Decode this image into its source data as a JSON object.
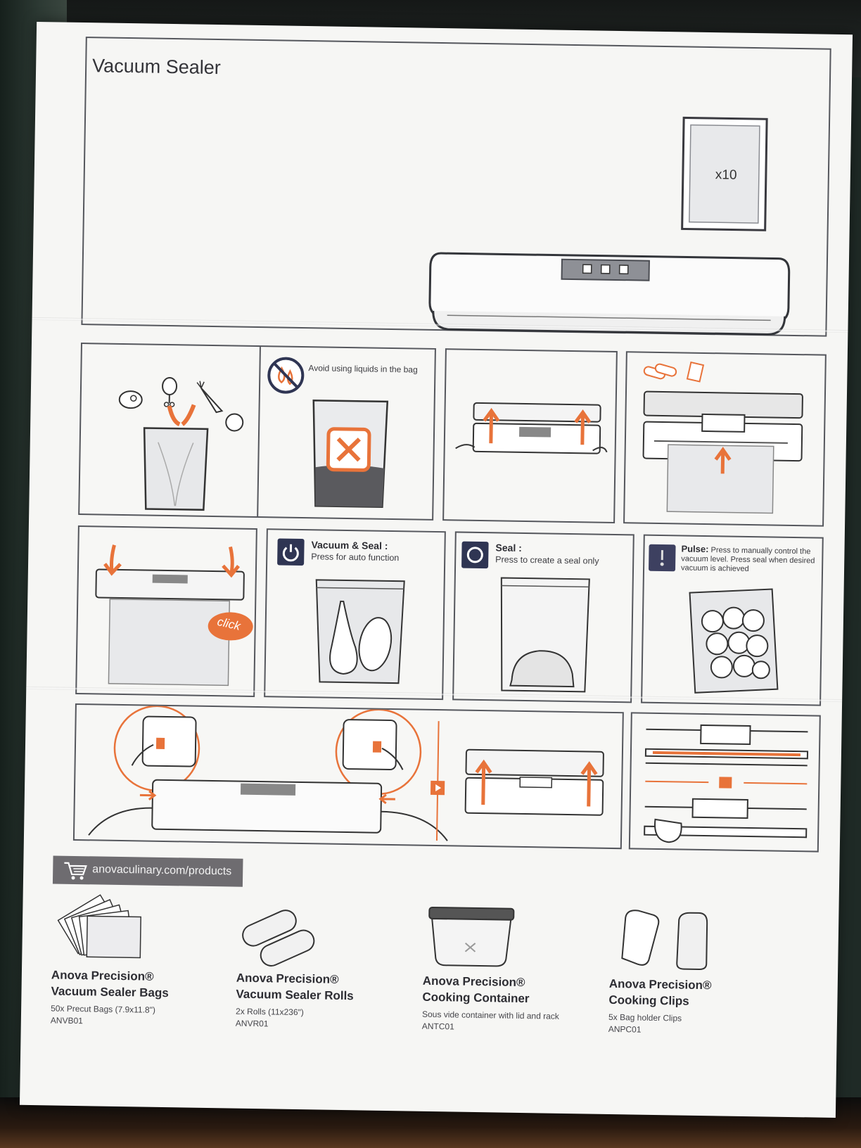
{
  "header": {
    "title": "Vacuum Sealer"
  },
  "hero": {
    "bag_count": "x10"
  },
  "steps": {
    "liquid_warning": "Avoid using liquids in the bag",
    "click_label": "click",
    "vacuum_seal": {
      "title": "Vacuum & Seal :",
      "desc": "Press for auto function"
    },
    "seal": {
      "title": "Seal :",
      "desc": "Press to create a seal only"
    },
    "pulse": {
      "title": "Pulse:",
      "desc": "Press to manually control the vacuum level. Press seal when desired vacuum is achieved"
    }
  },
  "shop": {
    "url": "anovaculinary.com/products"
  },
  "products": [
    {
      "name_line1": "Anova Precision®",
      "name_line2": "Vacuum Sealer Bags",
      "desc": "50x Precut Bags (7.9x11.8\")",
      "code": "ANVB01"
    },
    {
      "name_line1": "Anova Precision®",
      "name_line2": "Vacuum Sealer Rolls",
      "desc": "2x Rolls (11x236\")",
      "code": "ANVR01"
    },
    {
      "name_line1": "Anova Precision®",
      "name_line2": "Cooking Container",
      "desc": "Sous vide container with lid and rack",
      "code": "ANTC01"
    },
    {
      "name_line1": "Anova Precision®",
      "name_line2": "Cooking Clips",
      "desc": "5x Bag holder Clips",
      "code": "ANPC01"
    }
  ],
  "colors": {
    "accent_orange": "#e8733a",
    "icon_navy": "#2f3553",
    "line_gray": "#55575d"
  }
}
